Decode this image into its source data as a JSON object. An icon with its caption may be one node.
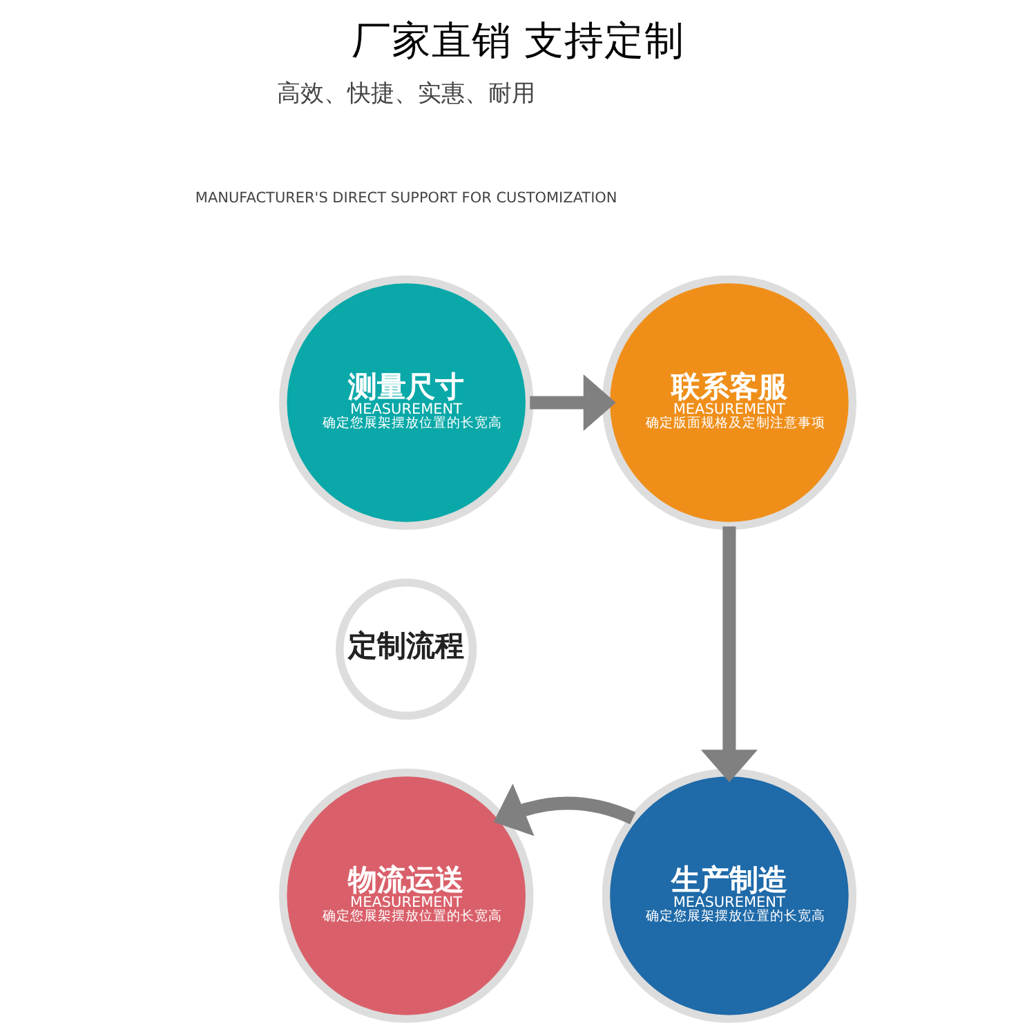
{
  "diagram": {
    "title": "厂家直销 支持定制",
    "nodes": [
      {
        "text": [
          "测量尺寸",
          "MEASUREMENT",
          "确定您展架摆放位置的长宽高"
        ]
      },
      {
        "text": [
          "联系客服",
          "MEASUREMENT",
          "确定版面规格及定制注意事项"
        ]
      },
      {
        "text": [
          "定制流程"
        ]
      },
      {
        "text": [
          "物流运送",
          "MEASUREMENT",
          "确定您展架摆放位置的长宽高"
        ]
      },
      {
        "text": [
          "生产制造",
          "MEASUREMENT",
          "确定您展架摆放位置的长宽高"
        ]
      }
    ],
    "edges": [
      {
        "from": 0,
        "to": 1,
        "arrow": "to"
      },
      {
        "from": 1,
        "to": 4,
        "arrow": "to"
      },
      {
        "from": 4,
        "to": 3,
        "arrow": "to"
      }
    ],
    "labels": [
      "高效、快捷、实惠、耐用",
      "MANUFACTURER'S DIRECT SUPPORT FOR CUSTOMIZATION"
    ]
  }
}
